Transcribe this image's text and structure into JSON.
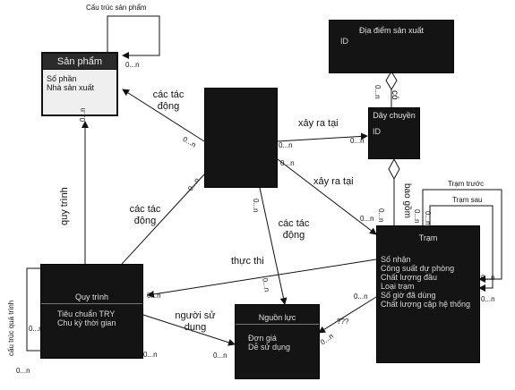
{
  "entities": {
    "san_pham": {
      "title": "Sản phẩm",
      "attributes": [
        "Số phần",
        "Nhà sản xuất"
      ]
    },
    "dia_diem": {
      "title": "Địa điểm sản xuất",
      "attributes": [
        "ID"
      ]
    },
    "day_chuyen": {
      "title": "Dây chuyền",
      "attributes": [
        "ID"
      ]
    },
    "tram": {
      "title": "Trạm",
      "attributes": [
        "Số nhận",
        "Công suất dự phòng",
        "Chất lượng đầu",
        "Loại trạm",
        "Số giờ đã dùng",
        "Chất lượng cập hệ thống"
      ]
    },
    "quy_trinh": {
      "title": "Quy trình",
      "attributes": [
        "Tiêu chuẩn TRY",
        "Chu kỳ thời gian"
      ]
    },
    "nguon_luc": {
      "title": "Nguồn lực",
      "attributes": [
        "Đơn giá",
        "Dễ sử dụng"
      ]
    }
  },
  "relations": {
    "cau_truc_sp": "Cấu trúc sản phẩm",
    "cac_tac_dong_1": "các tác động",
    "cac_tac_dong_2": "các tác động",
    "cac_tac_dong_3": "các tác động",
    "xay_ra_tai_1": "xảy ra tại",
    "xay_ra_tai_2": "xảy ra tại",
    "co": "có",
    "bao_gom": "bao gồm",
    "quy_trinh": "quy trình",
    "thuc_thi": "thực thi",
    "nguoi_su_dung": "người sử dụng",
    "cau_truc_qt": "cấu trúc quá trình",
    "tram_truoc": "Trạm trước",
    "tram_sau": "Trạm sau",
    "unknown": "???"
  },
  "multiplicity": "0...n"
}
